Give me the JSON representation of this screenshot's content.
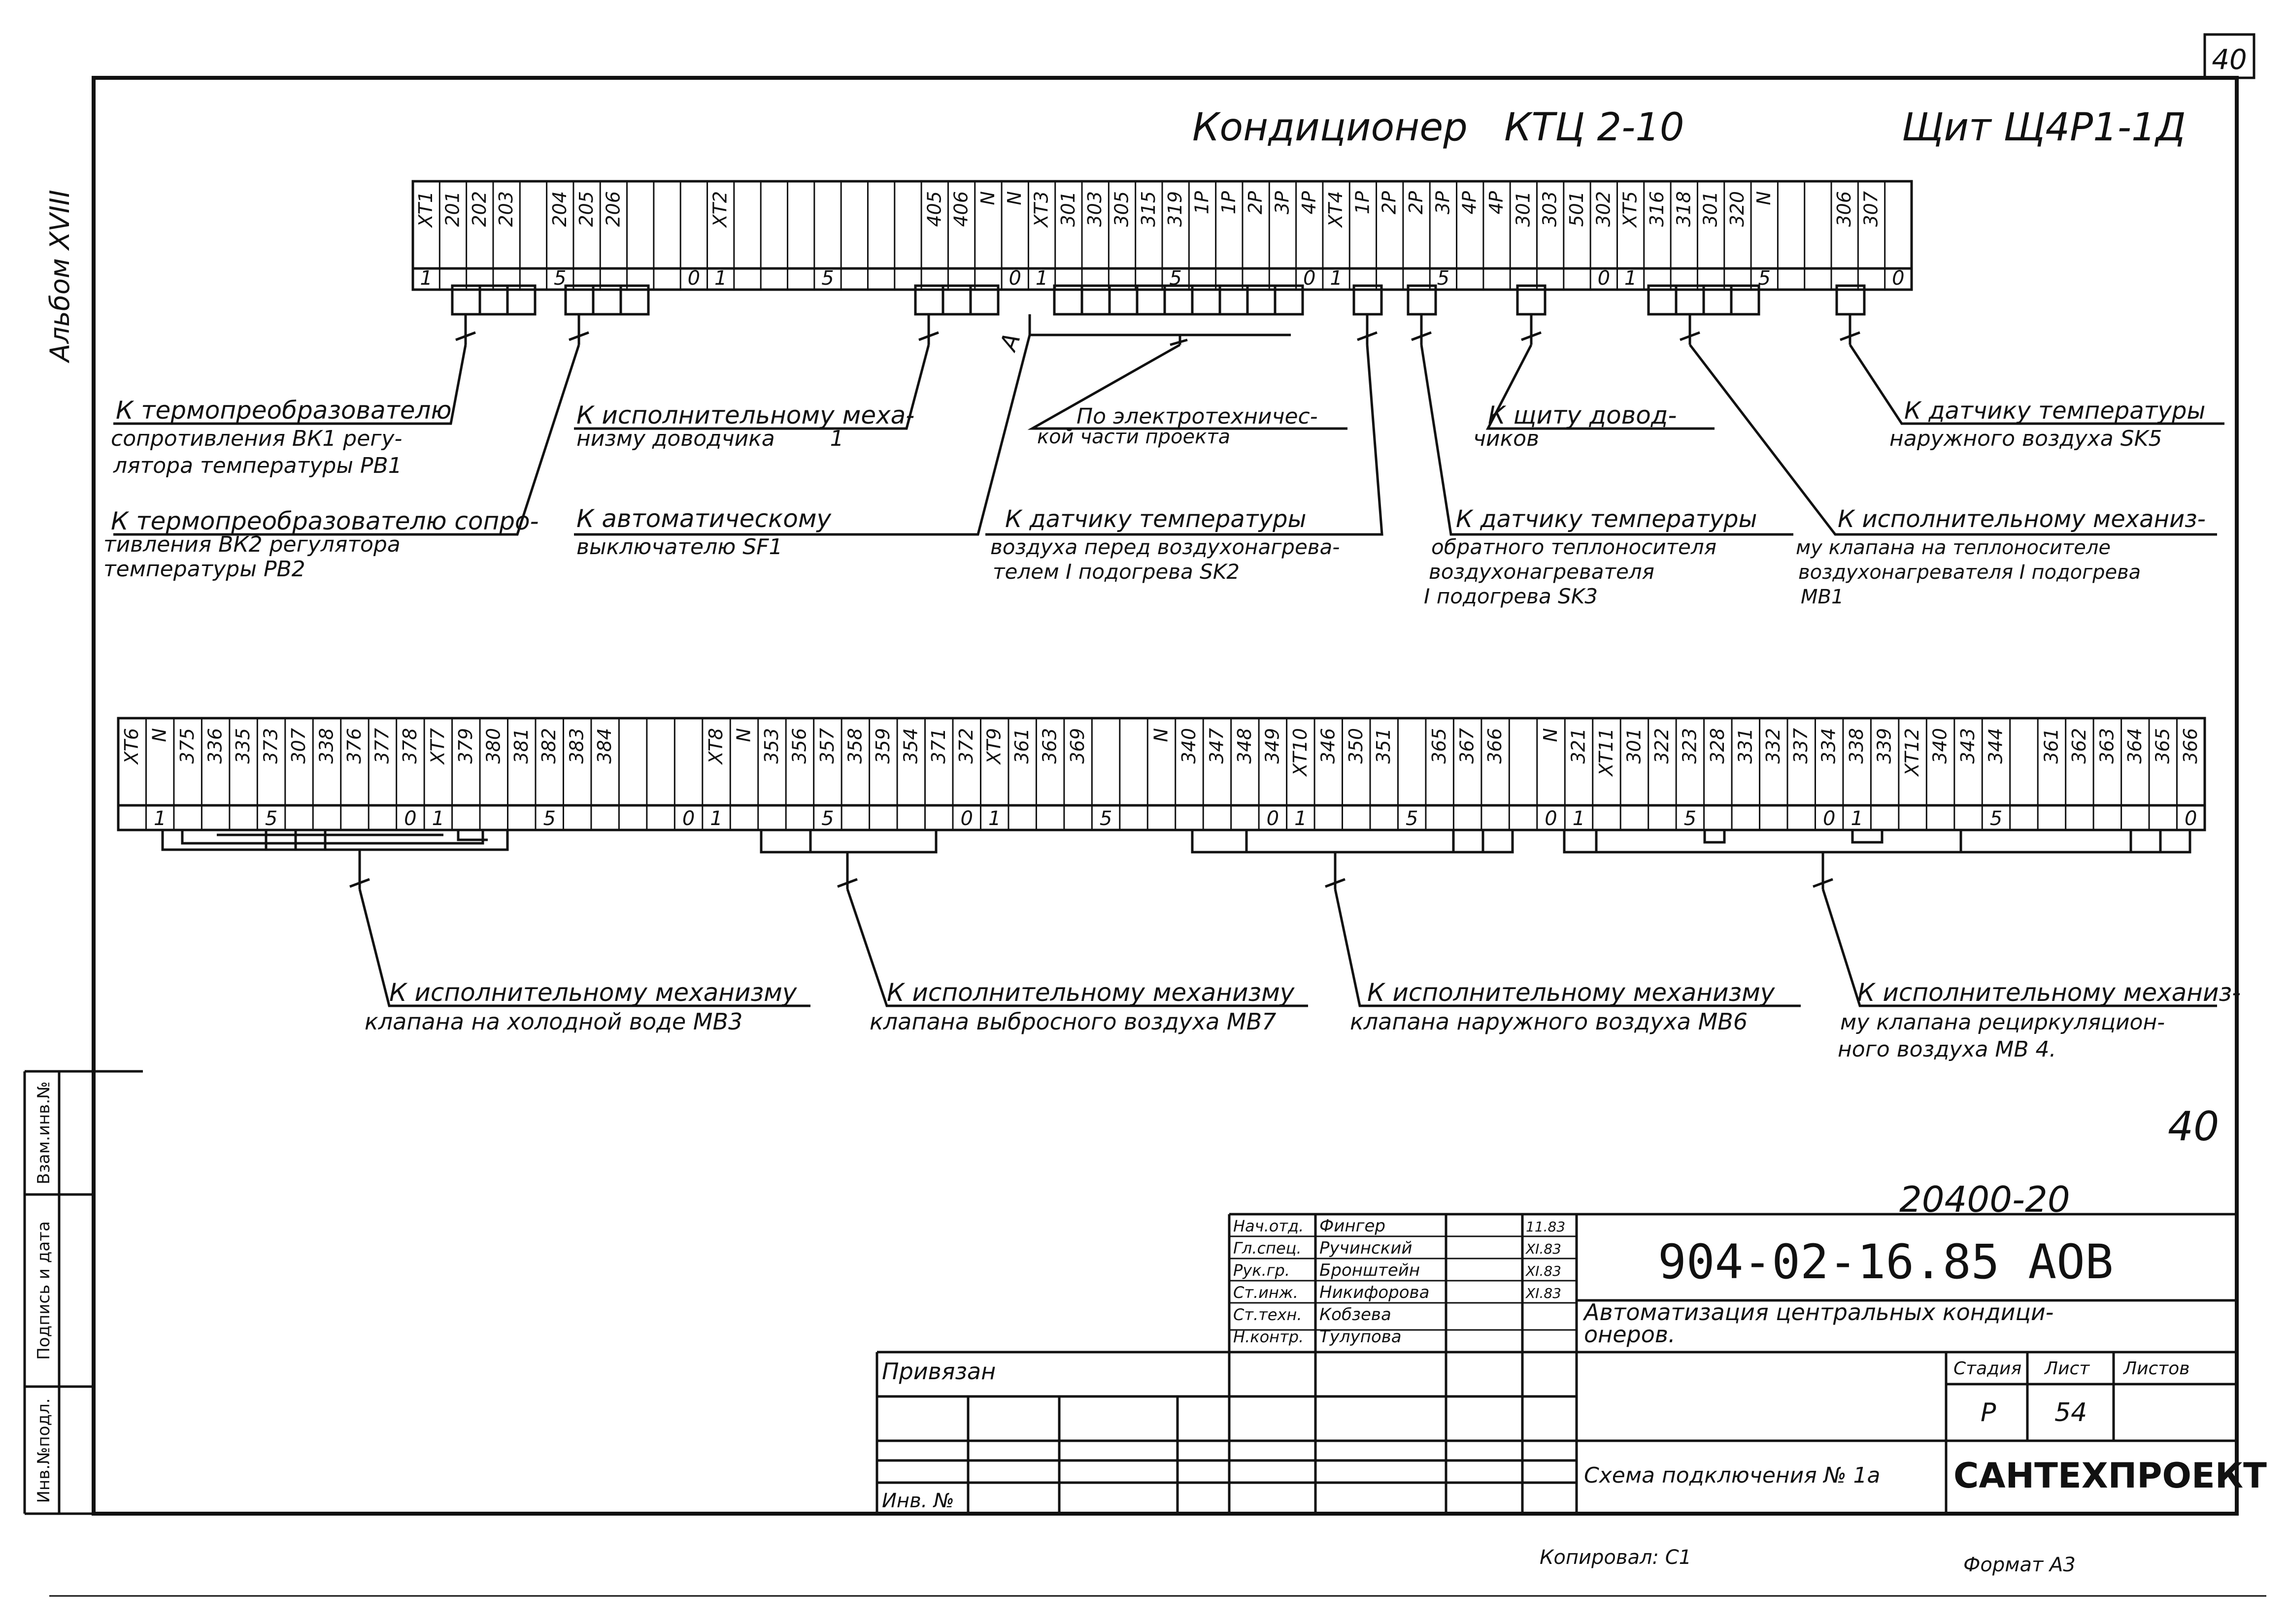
{
  "sheet": {
    "corner_number": "40",
    "album": "Альбом XVIII",
    "title": "Кондиционер   КТЦ 2-10",
    "panel": "Щит Щ4Р1-1Д",
    "page_mark": "40"
  },
  "strip1": {
    "cells": [
      {
        "t": "ХТ1",
        "g": "1"
      },
      {
        "t": "201"
      },
      {
        "t": "202"
      },
      {
        "t": "203"
      },
      {
        "t": ""
      },
      {
        "t": "204",
        "g": "5"
      },
      {
        "t": "205"
      },
      {
        "t": "206"
      },
      {
        "t": ""
      },
      {
        "t": ""
      },
      {
        "t": "",
        "g": "0"
      },
      {
        "t": "ХТ2",
        "g": "1"
      },
      {
        "t": ""
      },
      {
        "t": ""
      },
      {
        "t": ""
      },
      {
        "t": "",
        "g": "5"
      },
      {
        "t": ""
      },
      {
        "t": ""
      },
      {
        "t": ""
      },
      {
        "t": "405"
      },
      {
        "t": "406"
      },
      {
        "t": "N"
      },
      {
        "t": "N",
        "g": "0"
      },
      {
        "t": "ХТ3",
        "g": "1"
      },
      {
        "t": "301"
      },
      {
        "t": "303"
      },
      {
        "t": "305"
      },
      {
        "t": "315"
      },
      {
        "t": "319",
        "g": "5"
      },
      {
        "t": "1Р"
      },
      {
        "t": "1Р"
      },
      {
        "t": "2Р"
      },
      {
        "t": "3Р"
      },
      {
        "t": "4Р",
        "g": "0"
      },
      {
        "t": "ХТ4",
        "g": "1"
      },
      {
        "t": "1Р"
      },
      {
        "t": "2Р"
      },
      {
        "t": "2Р"
      },
      {
        "t": "3Р",
        "g": "5"
      },
      {
        "t": "4Р"
      },
      {
        "t": "4Р"
      },
      {
        "t": "301"
      },
      {
        "t": "303"
      },
      {
        "t": "501"
      },
      {
        "t": "302",
        "g": "0"
      },
      {
        "t": "ХТ5",
        "g": "1"
      },
      {
        "t": "316"
      },
      {
        "t": "318"
      },
      {
        "t": "301"
      },
      {
        "t": "320"
      },
      {
        "t": "N",
        "g": "5"
      },
      {
        "t": ""
      },
      {
        "t": ""
      },
      {
        "t": "306"
      },
      {
        "t": "307"
      },
      {
        "t": "",
        "g": "0"
      }
    ]
  },
  "strip2": {
    "cells": [
      {
        "t": "ХТ6"
      },
      {
        "t": "N",
        "g": "1"
      },
      {
        "t": "375"
      },
      {
        "t": "336"
      },
      {
        "t": "335"
      },
      {
        "t": "373",
        "g": "5"
      },
      {
        "t": "307"
      },
      {
        "t": "338"
      },
      {
        "t": "376"
      },
      {
        "t": "377"
      },
      {
        "t": "378",
        "g": "0"
      },
      {
        "t": "ХТ7",
        "g": "1"
      },
      {
        "t": "379"
      },
      {
        "t": "380"
      },
      {
        "t": "381"
      },
      {
        "t": "382",
        "g": "5"
      },
      {
        "t": "383"
      },
      {
        "t": "384"
      },
      {
        "t": ""
      },
      {
        "t": ""
      },
      {
        "t": "",
        "g": "0"
      },
      {
        "t": "ХТ8",
        "g": "1"
      },
      {
        "t": "N"
      },
      {
        "t": "353"
      },
      {
        "t": "356"
      },
      {
        "t": "357",
        "g": "5"
      },
      {
        "t": "358"
      },
      {
        "t": "359"
      },
      {
        "t": "354"
      },
      {
        "t": "371"
      },
      {
        "t": "372",
        "g": "0"
      },
      {
        "t": "ХТ9",
        "g": "1"
      },
      {
        "t": "361"
      },
      {
        "t": "363"
      },
      {
        "t": "369"
      },
      {
        "t": "",
        "g": "5"
      },
      {
        "t": ""
      },
      {
        "t": "N"
      },
      {
        "t": "340"
      },
      {
        "t": "347"
      },
      {
        "t": "348"
      },
      {
        "t": "349",
        "g": "0"
      },
      {
        "t": "ХТ10",
        "g": "1"
      },
      {
        "t": "346"
      },
      {
        "t": "350"
      },
      {
        "t": "351"
      },
      {
        "t": "",
        "g": "5"
      },
      {
        "t": "365"
      },
      {
        "t": "367"
      },
      {
        "t": "366"
      },
      {
        "t": ""
      },
      {
        "t": "N",
        "g": "0"
      },
      {
        "t": "321",
        "g": "1"
      },
      {
        "t": "ХТ11"
      },
      {
        "t": "301"
      },
      {
        "t": "322"
      },
      {
        "t": "323",
        "g": "5"
      },
      {
        "t": "328"
      },
      {
        "t": "331"
      },
      {
        "t": "332"
      },
      {
        "t": "337"
      },
      {
        "t": "334",
        "g": "0"
      },
      {
        "t": "338",
        "g": "1"
      },
      {
        "t": "339"
      },
      {
        "t": "ХТ12"
      },
      {
        "t": "340"
      },
      {
        "t": "343"
      },
      {
        "t": "344",
        "g": "5"
      },
      {
        "t": ""
      },
      {
        "t": "361"
      },
      {
        "t": "362"
      },
      {
        "t": "363"
      },
      {
        "t": "364"
      },
      {
        "t": "365"
      },
      {
        "t": "366",
        "g": "0"
      }
    ]
  },
  "labels": {
    "l1": [
      "К термопреобразователю",
      "сопротивления ВК1 регу-",
      "лятора температуры РВ1"
    ],
    "l2": [
      "К исполнительному меха-",
      "низму доводчика        1"
    ],
    "l3": [
      "По электротехничес-",
      "кой части проекта"
    ],
    "l4": [
      "К щиту довод-",
      "чиков"
    ],
    "l5": [
      "К датчику температуры",
      "наружного воздуха SK5"
    ],
    "l6": [
      "К термопреобразователю сопро-",
      "тивления ВК2 регулятора",
      "температуры РВ2"
    ],
    "l7": [
      "К автоматическому",
      "выключателю SF1"
    ],
    "l8": [
      "К датчику температуры",
      "воздуха перед воздухонагрева-",
      "телем I подогрева SK2"
    ],
    "l9": [
      "К датчику температуры",
      "обратного теплоносителя",
      "воздухонагревателя",
      "I подогрева SK3"
    ],
    "l10": [
      "К исполнительному механиз-",
      "му клапана на теплоносителе",
      "воздухонагревателя I подогрева",
      "МВ1"
    ],
    "l11": [
      "К исполнительному механизму",
      "клапана на холодной воде МВ3"
    ],
    "l12": [
      "К исполнительному механизму",
      "клапана выбросного воздуха МВ7"
    ],
    "l13": [
      "К исполнительному механизму",
      "клапана наружного воздуха МВ6"
    ],
    "l14": [
      "К исполнительному механиз-",
      "му клапана рециркуляцион-",
      "ного воздуха МВ 4."
    ],
    "marker_a": "А"
  },
  "stamp": {
    "inv_code": "20400-20",
    "doc_code": "904-02-16.85 АОВ",
    "tied": "Привязан",
    "inv_no": "Инв. №",
    "roles": [
      {
        "role": "Нач.отд.",
        "name": "Фингер",
        "date": "11.83"
      },
      {
        "role": "Гл.спец.",
        "name": "Ручинский",
        "date": "XI.83"
      },
      {
        "role": "Рук.гр.",
        "name": "Бронштейн",
        "date": "XI.83"
      },
      {
        "role": "Ст.инж.",
        "name": "Никифорова",
        "date": "XI.83"
      },
      {
        "role": "Ст.техн.",
        "name": "Кобзева",
        "date": ""
      },
      {
        "role": "Н.контр.",
        "name": "Тулупова",
        "date": ""
      }
    ],
    "project_title": [
      "Автоматизация центральных кондици-",
      "онеров."
    ],
    "stage_label": "Стадия",
    "sheet_label": "Лист",
    "sheets_label": "Листов",
    "stage": "Р",
    "sheet_no": "54",
    "drawing_title": "Схема подключения № 1а",
    "org": "САНТЕХПРОЕКТ",
    "copied": "Копировал: С1",
    "format": "Формат А3",
    "side_labels": [
      "Инв.№подл.",
      "Подпись и дата",
      "Взам.инв.№"
    ]
  }
}
